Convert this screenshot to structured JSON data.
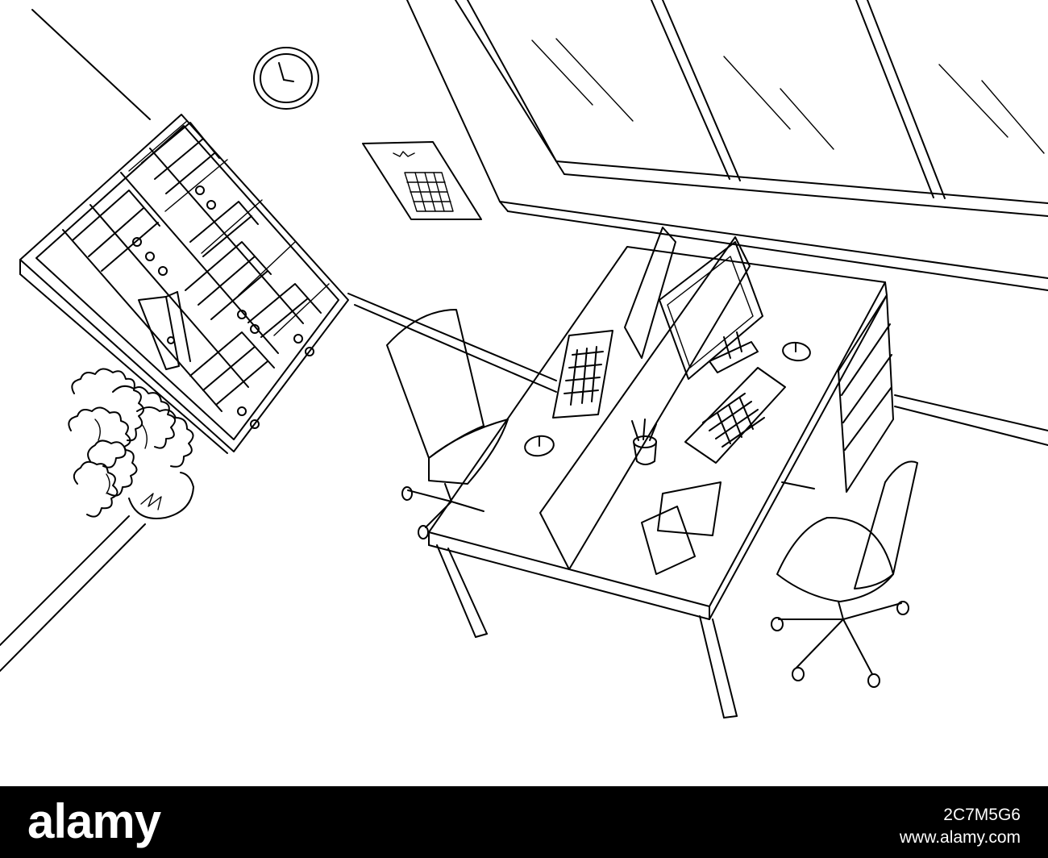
{
  "footer": {
    "brand": "alamy",
    "image_id": "2C7M5G6",
    "site": "www.alamy.com"
  },
  "colors": {
    "ink": "#000000",
    "paper": "#ffffff",
    "banner": "#000000"
  }
}
